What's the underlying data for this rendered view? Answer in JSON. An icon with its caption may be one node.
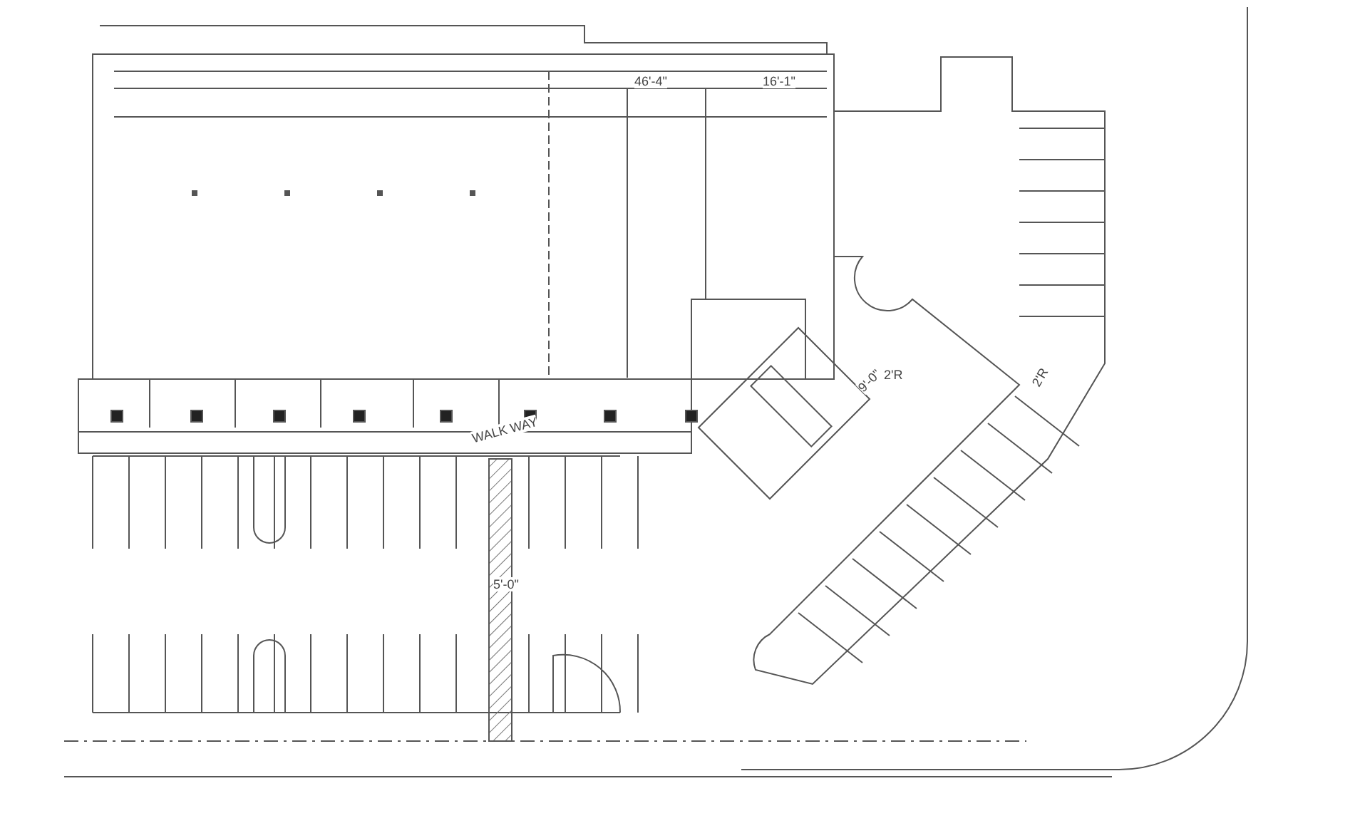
{
  "diagram": {
    "labels": [
      "46'-4\"",
      "16'-1\"",
      "WALK WAY",
      "9'-0\"",
      "2'R",
      "2'R",
      "5'-0\""
    ]
  }
}
